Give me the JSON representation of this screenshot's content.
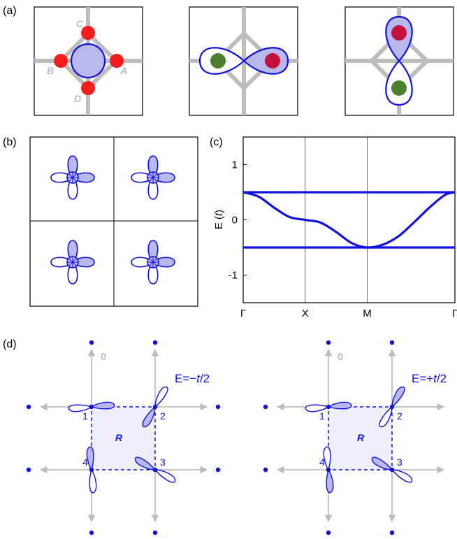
{
  "panel_labels": {
    "a": "(a)",
    "b": "(b)",
    "c": "(c)",
    "d": "(d)"
  },
  "panel_a": {
    "site_labels": {
      "A": "A",
      "B": "B",
      "C": "C",
      "D": "D"
    }
  },
  "panel_d": {
    "left": {
      "energy_prefix": "E=−",
      "energy_var": "t",
      "energy_suffix": "/2",
      "origin_label": "0",
      "cell_label": "R",
      "site_labels": [
        "1",
        "2",
        "3",
        "4"
      ]
    },
    "right": {
      "energy_prefix": "E=+",
      "energy_var": "t",
      "energy_suffix": "/2",
      "origin_label": "0",
      "cell_label": "R",
      "site_labels": [
        "1",
        "2",
        "3",
        "4"
      ]
    }
  },
  "chart_data": {
    "type": "line",
    "xlabel": "",
    "ylabel_prefix": "E (",
    "ylabel_var": "t",
    "ylabel_suffix": ")",
    "x_ticks": [
      "Γ",
      "X",
      "M",
      "Γ"
    ],
    "x_tick_positions": [
      0,
      1,
      2,
      3.414
    ],
    "y_ticks": [
      -1,
      0,
      1
    ],
    "ylim": [
      -1.5,
      1.5
    ],
    "xlim": [
      0,
      3.414
    ],
    "series": [
      {
        "x": [
          0,
          3.414
        ],
        "y": [
          0.5,
          0.5
        ]
      },
      {
        "x": [
          0,
          3.414
        ],
        "y": [
          -0.5,
          -0.5
        ]
      },
      {
        "x": [
          0,
          0.25,
          0.5,
          0.75,
          1.0,
          1.25,
          1.5,
          1.75,
          2.0,
          2.25,
          2.5,
          2.75,
          3.0,
          3.25,
          3.414
        ],
        "y": [
          0.5,
          0.42,
          0.22,
          0.05,
          0.0,
          -0.05,
          -0.22,
          -0.42,
          -0.5,
          -0.45,
          -0.3,
          -0.05,
          0.22,
          0.45,
          0.5
        ]
      }
    ]
  },
  "colors": {
    "blue": "#1010e0",
    "lobe_fill": "#b9b9ee",
    "cell_fill": "#eeeefc",
    "gray": "#bdbdbd",
    "red": "#f21d1d",
    "crimson": "#c4123f",
    "green": "#4c7f2e"
  }
}
